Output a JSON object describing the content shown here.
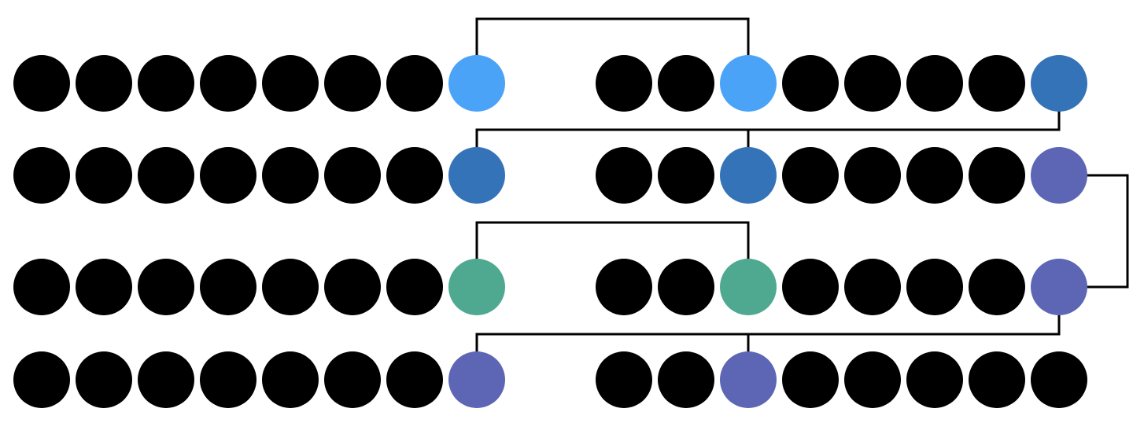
{
  "colors": {
    "default": "#000000",
    "light_blue": "#4BA3F8",
    "dark_blue": "#3473B7",
    "teal": "#4EA990",
    "purple": "#5D66B4",
    "connector": "#000000"
  },
  "rows": [
    {
      "left": [
        "default",
        "default",
        "default",
        "default",
        "default",
        "default",
        "default",
        "light_blue"
      ],
      "right": [
        "default",
        "default",
        "light_blue",
        "default",
        "default",
        "default",
        "default",
        "dark_blue"
      ]
    },
    {
      "left": [
        "default",
        "default",
        "default",
        "default",
        "default",
        "default",
        "default",
        "dark_blue"
      ],
      "right": [
        "default",
        "default",
        "dark_blue",
        "default",
        "default",
        "default",
        "default",
        "purple"
      ]
    },
    {
      "left": [
        "default",
        "default",
        "default",
        "default",
        "default",
        "default",
        "default",
        "teal"
      ],
      "right": [
        "default",
        "default",
        "teal",
        "default",
        "default",
        "default",
        "default",
        "purple"
      ]
    },
    {
      "left": [
        "default",
        "default",
        "default",
        "default",
        "default",
        "default",
        "default",
        "purple"
      ],
      "right": [
        "default",
        "default",
        "purple",
        "default",
        "default",
        "default",
        "default",
        "default"
      ]
    }
  ],
  "links": [
    {
      "from": {
        "row": 0,
        "group": "left",
        "index": 7
      },
      "to": {
        "row": 0,
        "group": "right",
        "index": 2
      },
      "route": "over"
    },
    {
      "from": {
        "row": 0,
        "group": "right",
        "index": 7
      },
      "to": {
        "row": 1,
        "group": "left",
        "index": 7
      },
      "route": "between",
      "also": {
        "row": 1,
        "group": "right",
        "index": 2
      }
    },
    {
      "from": {
        "row": 1,
        "group": "right",
        "index": 7
      },
      "to": {
        "row": 2,
        "group": "right",
        "index": 7
      },
      "route": "side"
    },
    {
      "from": {
        "row": 2,
        "group": "left",
        "index": 7
      },
      "to": {
        "row": 2,
        "group": "right",
        "index": 2
      },
      "route": "over"
    },
    {
      "from": {
        "row": 2,
        "group": "right",
        "index": 7
      },
      "to": {
        "row": 3,
        "group": "left",
        "index": 7
      },
      "route": "between",
      "also": {
        "row": 3,
        "group": "right",
        "index": 2
      }
    }
  ]
}
